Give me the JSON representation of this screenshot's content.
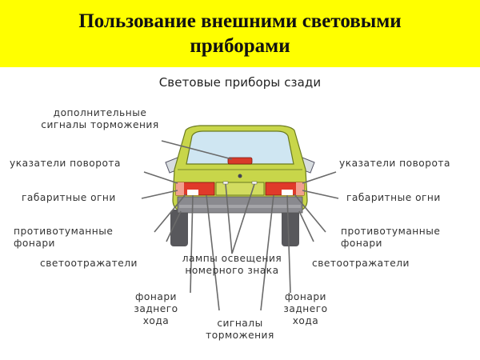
{
  "slide": {
    "title_line1": "Пользование внешними световыми",
    "title_line2": "приборами",
    "title_bg": "#ffff00"
  },
  "diagram": {
    "heading": "Световые приборы сзади",
    "labels": {
      "extra_brake_l1": "дополнительные",
      "extra_brake_l2": "сигналы торможения",
      "turn_left": "указатели поворота",
      "turn_right": "указатели поворота",
      "position_left": "габаритные огни",
      "position_right": "габаритные огни",
      "fog_left_l1": "противотуманные",
      "fog_left_l2": "фонари",
      "fog_right_l1": "противотуманные",
      "fog_right_l2": "фонари",
      "reflector_left": "светоотражатели",
      "reflector_right": "светоотражатели",
      "plate_l1": "лампы освещения",
      "plate_l2": "номерного знака",
      "reverse_left_l1": "фонари",
      "reverse_left_l2": "заднего",
      "reverse_left_l3": "хода",
      "reverse_right_l1": "фонари",
      "reverse_right_l2": "заднего",
      "reverse_right_l3": "хода",
      "brake_l1": "сигналы",
      "brake_l2": "торможения"
    },
    "colors": {
      "car_body": "#c8d64a",
      "glass": "#cfe6f2",
      "tail_light": "#e03a2a",
      "bumper": "#8a8a8f",
      "tires": "#555558",
      "leader_lines": "#666666"
    }
  }
}
